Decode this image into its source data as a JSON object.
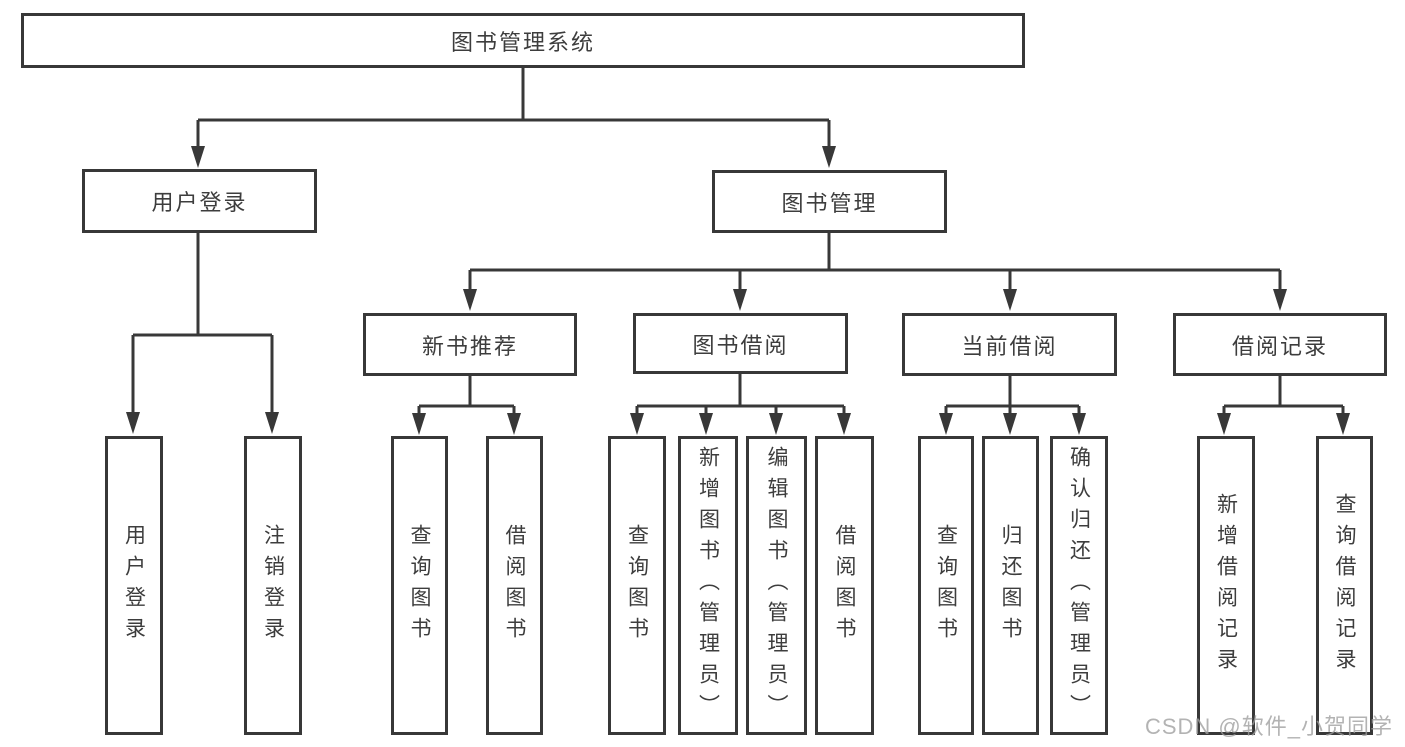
{
  "diagram_title": "图书管理系统",
  "nodes": {
    "root": "图书管理系统",
    "level2": [
      {
        "label": "用户登录"
      },
      {
        "label": "图书管理"
      }
    ],
    "level3": [
      {
        "label": "新书推荐"
      },
      {
        "label": "图书借阅"
      },
      {
        "label": "当前借阅"
      },
      {
        "label": "借阅记录"
      }
    ],
    "leaves": [
      {
        "label": "用户登录"
      },
      {
        "label": "注销登录"
      },
      {
        "label": "查询图书"
      },
      {
        "label": "借阅图书"
      },
      {
        "label": "查询图书"
      },
      {
        "label": "新增图书（管理员）"
      },
      {
        "label": "编辑图书（管理员）"
      },
      {
        "label": "借阅图书"
      },
      {
        "label": "查询图书"
      },
      {
        "label": "归还图书"
      },
      {
        "label": "确认归还（管理员）"
      },
      {
        "label": "新增借阅记录"
      },
      {
        "label": "查询借阅记录"
      }
    ]
  },
  "watermark": "CSDN @软件_小贺同学",
  "colors": {
    "line": "#383838",
    "text": "#3d3d3d",
    "background": "#ffffff",
    "watermark": "#9e9e9e"
  }
}
